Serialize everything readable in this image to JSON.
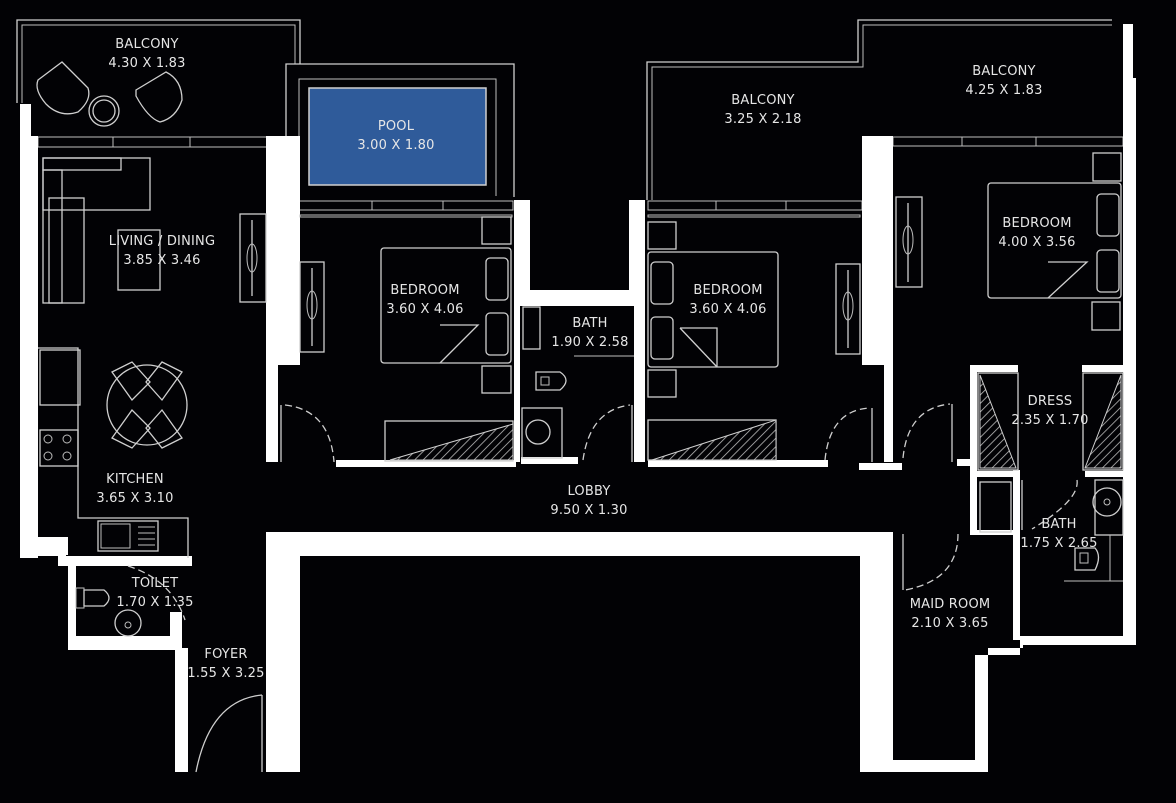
{
  "plan": {
    "background": "#020205",
    "wall_color": "#ffffff",
    "line_color": "#cfcfcf",
    "pool_color": "#2f5b9a"
  },
  "rooms": {
    "balcony_left": {
      "name": "BALCONY",
      "dims": "4.30 X 1.83"
    },
    "pool": {
      "name": "POOL",
      "dims": "3.00 X 1.80"
    },
    "balcony_mid": {
      "name": "BALCONY",
      "dims": "3.25 X 2.18"
    },
    "balcony_right": {
      "name": "BALCONY",
      "dims": "4.25 X 1.83"
    },
    "living_dining": {
      "name": "LIVING / DINING",
      "dims": "3.85 X 3.46"
    },
    "bedroom_1": {
      "name": "BEDROOM",
      "dims": "3.60 X 4.06"
    },
    "bath_1": {
      "name": "BATH",
      "dims": "1.90 X 2.58"
    },
    "bedroom_2": {
      "name": "BEDROOM",
      "dims": "3.60 X 4.06"
    },
    "bedroom_master": {
      "name": "BEDROOM",
      "dims": "4.00 X 3.56"
    },
    "dress": {
      "name": "DRESS",
      "dims": "2.35 X 1.70"
    },
    "kitchen": {
      "name": "KITCHEN",
      "dims": "3.65 X 3.10"
    },
    "lobby": {
      "name": "LOBBY",
      "dims": "9.50 X 1.30"
    },
    "bath_2": {
      "name": "BATH",
      "dims": "1.75 X 2.65"
    },
    "toilet": {
      "name": "TOILET",
      "dims": "1.70 X 1.35"
    },
    "foyer": {
      "name": "FOYER",
      "dims": "1.55 X 3.25"
    },
    "maid_room": {
      "name": "MAID ROOM",
      "dims": "2.10 X 3.65"
    }
  }
}
